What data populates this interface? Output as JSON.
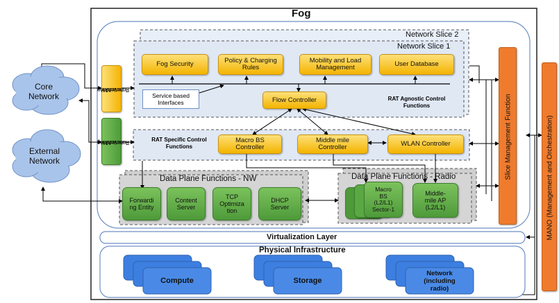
{
  "fog_title": "Fog",
  "network_slice_2": "Network Slice 2",
  "network_slice_1": "Network Slice 1",
  "fog_security": "Fog Security",
  "policy_charging": [
    "Policy & Charging",
    "Rules"
  ],
  "mobility_load": [
    "Mobility and Load",
    "Management"
  ],
  "user_database": "User Database",
  "service_based_interfaces": [
    "Service based",
    "Interfaces"
  ],
  "flow_controller": "Flow Controller",
  "rat_agnostic": [
    "RAT Agnostic Control",
    "Functions"
  ],
  "rat_specific": [
    "RAT Specific Control",
    "Functions"
  ],
  "macro_bs_controller": [
    "Macro BS",
    "Controller"
  ],
  "middle_mile_controller": [
    "Middle mile",
    "Controller"
  ],
  "wlan_controller": "WLAN Controller",
  "nw_interworking_1": [
    "NW",
    "Interworking",
    "Function"
  ],
  "nw_interworking_2": [
    "NW",
    "Interworking",
    "Function"
  ],
  "core_network": [
    "Core",
    "Network"
  ],
  "external_network": [
    "External",
    "Network"
  ],
  "dp_nw_title": "Data Plane Functions - NW",
  "forwarding_entity": [
    "Forwardi",
    "ng Entity"
  ],
  "content_server": [
    "Content",
    "Server"
  ],
  "tcp_optimization": [
    "TCP",
    "Optimiza",
    "tion"
  ],
  "dhcp_server": [
    "DHCP",
    "Server"
  ],
  "dp_radio_title": "Data Plane Functions - Radio",
  "macro_bs": [
    "Macro",
    "BS",
    "(L2/L1)",
    "Sector-1"
  ],
  "middle_mile_ap": [
    "Middle-",
    "mile AP",
    "(L2/L1)"
  ],
  "slice_management": "Slice Management Function",
  "mano": "MANO (Management and Orchestration)",
  "virtualization_layer": "Virtualization Layer",
  "physical_infrastructure": "Physical Infrastructure",
  "compute": "Compute",
  "storage": "Storage",
  "network_radio": [
    "Network",
    "(including",
    "radio)"
  ],
  "colors": {
    "orange_box": "#f4b400",
    "green_box": "#4e9a3a",
    "slice_box": "#e6eef8",
    "blue_stack": "#3d7fe0",
    "management_bar": "#f07b2d",
    "cloud": "#a9c4ea"
  }
}
